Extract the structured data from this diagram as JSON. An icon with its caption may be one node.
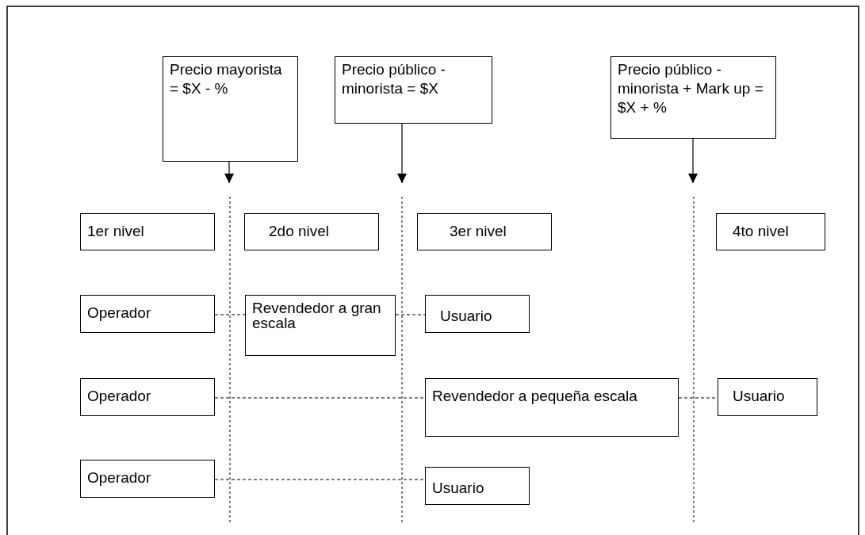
{
  "diagram": {
    "nodes": [
      {
        "text": [
          "Precio mayorista = $X - %"
        ]
      },
      {
        "text": [
          "Precio público - minorista = $X"
        ]
      },
      {
        "text": [
          "Precio público - minorista + Mark up = $X + %"
        ]
      },
      {
        "text": [
          "1er nivel"
        ]
      },
      {
        "text": [
          "2do nivel"
        ]
      },
      {
        "text": [
          "3er nivel"
        ]
      },
      {
        "text": [
          "4to nivel"
        ]
      },
      {
        "text": [
          "Operador"
        ]
      },
      {
        "text": [
          "Revendedor a gran escala"
        ]
      },
      {
        "text": [
          "Usuario"
        ]
      },
      {
        "text": [
          "Operador"
        ]
      },
      {
        "text": [
          "Revendedor a pequeña escala"
        ]
      },
      {
        "text": [
          "Usuario"
        ]
      },
      {
        "text": [
          "Operador"
        ]
      },
      {
        "text": [
          "Usuario"
        ]
      }
    ],
    "edges": [
      {
        "from": 0,
        "to": null,
        "arrow": "to"
      },
      {
        "from": 1,
        "to": null,
        "arrow": "to"
      },
      {
        "from": 2,
        "to": null,
        "arrow": "to"
      },
      {
        "from": 7,
        "to": 8,
        "arrow": "none",
        "style": "dashed"
      },
      {
        "from": 8,
        "to": 9,
        "arrow": "none",
        "style": "dashed"
      },
      {
        "from": 10,
        "to": 11,
        "arrow": "none",
        "style": "dashed"
      },
      {
        "from": 11,
        "to": 12,
        "arrow": "none",
        "style": "dashed"
      },
      {
        "from": 13,
        "to": 14,
        "arrow": "none",
        "style": "dashed"
      }
    ]
  }
}
